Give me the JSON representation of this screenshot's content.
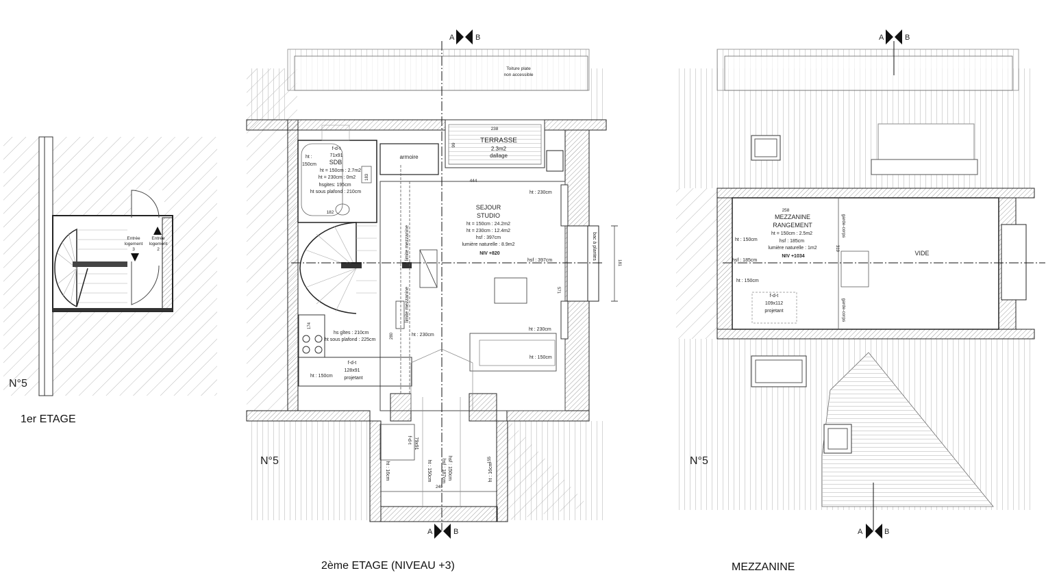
{
  "captions": {
    "floor1": "1er ETAGE",
    "floor2": "2ème ETAGE (NIVEAU +3)",
    "mezz": "MEZZANINE"
  },
  "unit_label": "N°5",
  "section": {
    "a": "A",
    "b": "B"
  },
  "floor1": {
    "entry3_a": "Entrée",
    "entry3_b": "logement",
    "entry3_c": "3",
    "entry2_a": "Entrée",
    "entry2_b": "logement",
    "entry2_c": "2"
  },
  "floor2": {
    "roof_a": "Toiture plate",
    "roof_b": "non accessible",
    "terrace": {
      "name": "TERRASSE",
      "area": "2.3m2",
      "finish": "dallage",
      "dim_w": "238",
      "dim_h": "99"
    },
    "wardrobe": "armoire",
    "dim_444": "444",
    "sdb": {
      "window": "f-d-t",
      "window_size": "71x91",
      "ht1_a": "ht :",
      "ht1_b": "150cm",
      "name": "SDB",
      "l1": "ht = 150cm : 2.7m2",
      "l2": "ht = 230cm : 0m2",
      "l3": "hsgites: 195cm",
      "l4": "ht sous plafond : 210cm",
      "dim_183": "183",
      "dim_182": "182"
    },
    "living": {
      "name1": "SEJOUR",
      "name2": "STUDIO",
      "l1": "ht = 150cm : 24.2m2",
      "l2": "ht = 230cm : 12.4m2",
      "l3": "hsf : 397cm",
      "l4": "lumière naturelle : 8.9m2",
      "level": "NIV +820"
    },
    "ht230_top": "ht : 230cm",
    "hsf397": "hsf : 397cm",
    "bac": "bac à plantes",
    "dim_181": "181",
    "dim_571": "571",
    "limit_mezz": "limite mezzanine",
    "ht230_mid": "ht : 230cm",
    "ht230_left": "ht : 230cm",
    "ht150_right": "ht : 150cm",
    "kitchen": {
      "l1": "hs gîtes : 210cm",
      "l2": "ht sous plafond : 225cm",
      "dim_174": "174",
      "dim_280": "280"
    },
    "window2": {
      "name": "f-d-t",
      "size": "128x91",
      "note": "projetant"
    },
    "ht150_left": "ht : 150cm",
    "bottom": {
      "window": "f-d-t",
      "window_size": "79x91",
      "ht16_l": "ht : 16cm",
      "ht150_a": "ht : 150cm",
      "hsf187": "hsf : 187cm",
      "hsf150": "hsf : 150cm",
      "ht16_r": "ht : 16cm",
      "dim_155": "155",
      "dim_240": "240"
    }
  },
  "mezzanine": {
    "name1": "MEZZANINE",
    "name2": "RANGEMENT",
    "l1": "ht = 150cm : 2.5m2",
    "l2": "hsf : 185cm",
    "l3": "lumière naturelle : 1m2",
    "level": "NIV +1034",
    "dim_258": "258",
    "dim_319": "319",
    "gc1": "garde-corps",
    "gc2": "garde-corps",
    "ht150_a": "ht : 150cm",
    "hsf185": "hsf : 185cm",
    "ht150_b": "ht : 150cm",
    "vide": "VIDE",
    "window": {
      "name": "f-d-t",
      "size": "109x112",
      "note": "projetant"
    }
  }
}
